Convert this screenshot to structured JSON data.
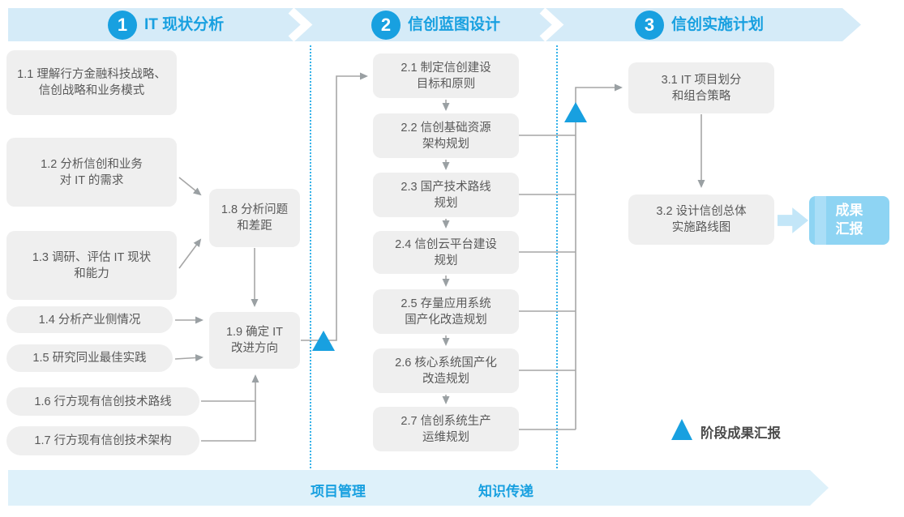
{
  "phases": [
    {
      "number": "1",
      "label": "IT 现状分析"
    },
    {
      "number": "2",
      "label": "信创蓝图设计"
    },
    {
      "number": "3",
      "label": "信创实施计划"
    }
  ],
  "boxes": {
    "b1_1": "1.1 理解行方金融科技战略、\n信创战略和业务模式",
    "b1_2": "1.2 分析信创和业务\n对 IT 的需求",
    "b1_3": "1.3 调研、评估 IT 现状\n和能力",
    "b1_4": "1.4 分析产业侧情况",
    "b1_5": "1.5 研究同业最佳实践",
    "b1_6": "1.6 行方现有信创技术路线",
    "b1_7": "1.7 行方现有信创技术架构",
    "b1_8": "1.8 分析问题\n和差距",
    "b1_9": "1.9 确定 IT\n改进方向",
    "b2_1": "2.1 制定信创建设\n目标和原则",
    "b2_2": "2.2 信创基础资源\n架构规划",
    "b2_3": "2.3 国产技术路线\n规划",
    "b2_4": "2.4 信创云平台建设\n规划",
    "b2_5": "2.5 存量应用系统\n国产化改造规划",
    "b2_6": "2.6 核心系统国产化\n改造规划",
    "b2_7": "2.7 信创系统生产\n运维规划",
    "b3_1": "3.1 IT 项目划分\n和组合策略",
    "b3_2": "3.2 设计信创总体\n实施路线图",
    "result": "成果\n汇报"
  },
  "footer": {
    "left": "项目管理",
    "right": "知识传递"
  },
  "legend": {
    "label": "阶段成果汇报"
  },
  "colors": {
    "accent": "#18a0e0",
    "banner": "#d5ebf8",
    "box_fill": "#efefef",
    "box_text": "#595959",
    "connector": "#a6a6a6",
    "dotted_separator": "#35b2e9",
    "result_box": "#8ed4f3",
    "block_arrow": "#c3e6f8"
  }
}
